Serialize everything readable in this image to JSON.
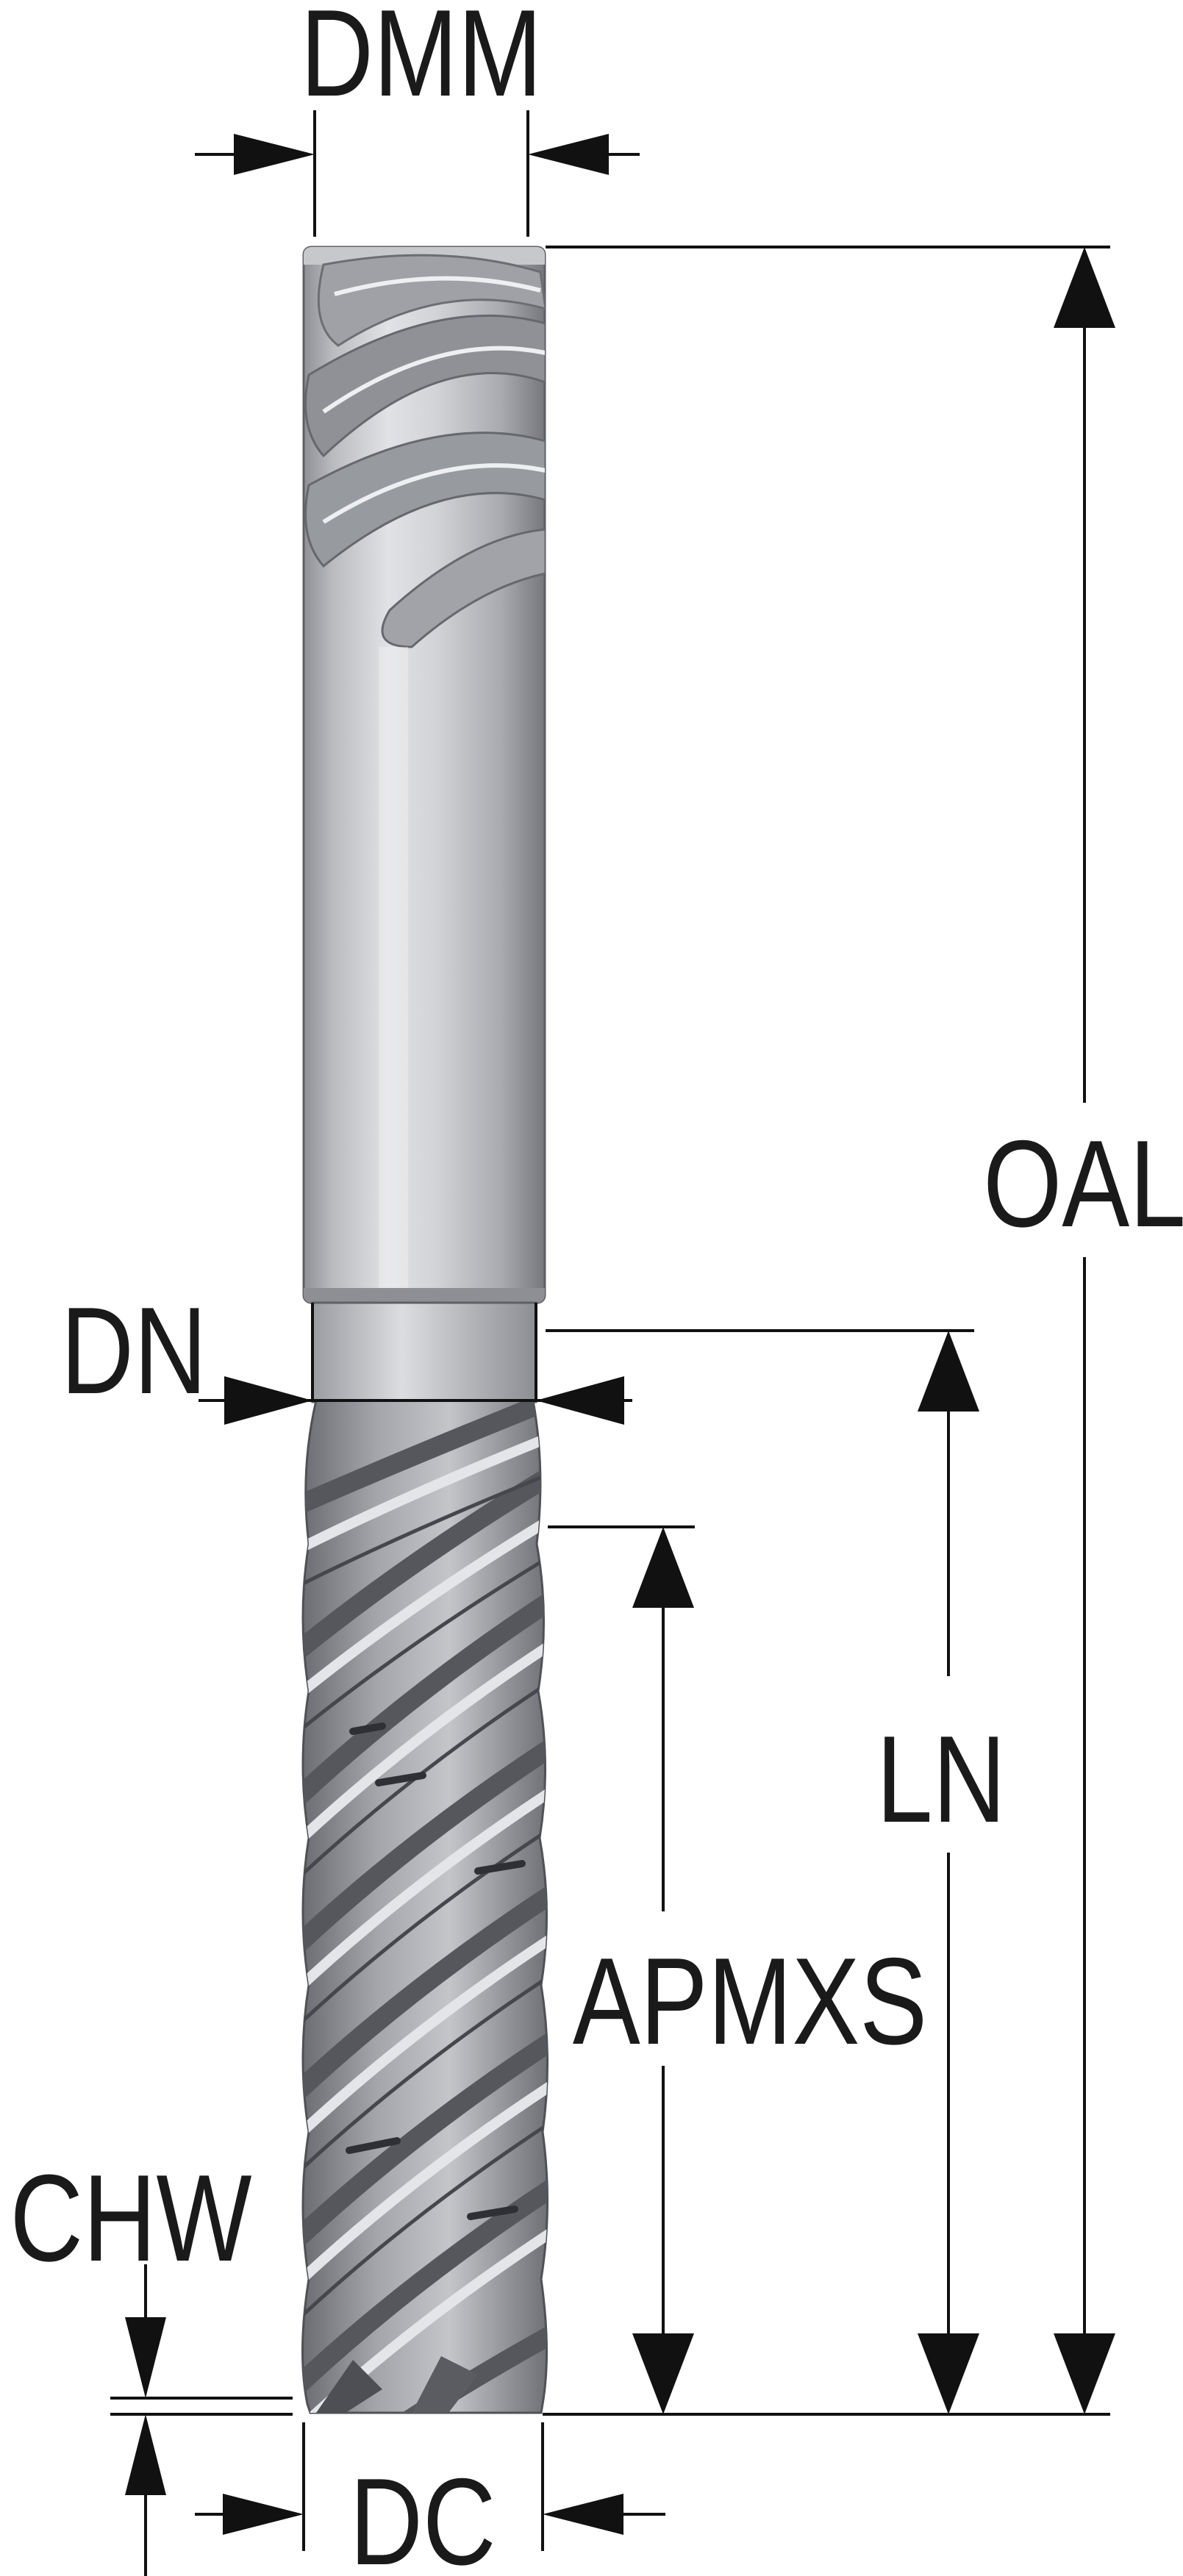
{
  "labels": {
    "dmm": "DMM",
    "oal": "OAL",
    "dn": "DN",
    "ln": "LN",
    "apmxs": "APMXS",
    "chw": "CHW",
    "dc": "DC"
  },
  "colors": {
    "line": "#111111",
    "text": "#1a1a1a",
    "tool_light": "#d8d9dc",
    "tool_mid": "#a9abb0",
    "tool_dark": "#6c6e74"
  },
  "icons": {
    "tool": "end-mill-drawing"
  }
}
